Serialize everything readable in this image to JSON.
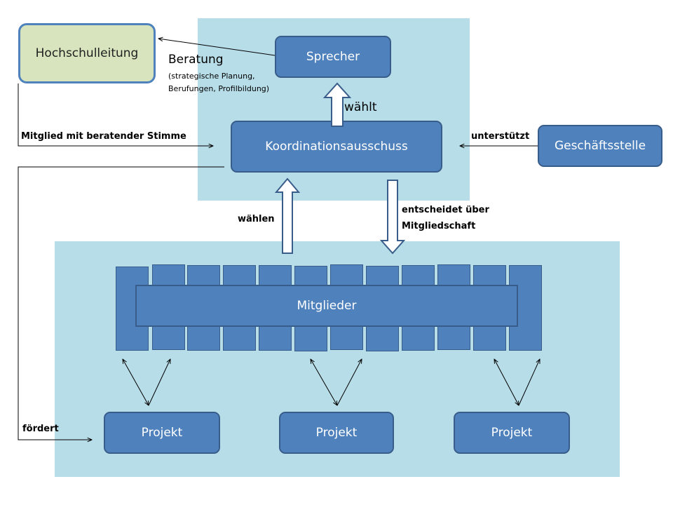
{
  "nodes": {
    "hochschulleitung": "Hochschulleitung",
    "sprecher": "Sprecher",
    "koordinationsausschuss": "Koordinationsausschuss",
    "geschaeftsstelle": "Geschäftsstelle",
    "mitglieder": "Mitglieder",
    "projekt_1": "Projekt",
    "projekt_2": "Projekt",
    "projekt_3": "Projekt"
  },
  "labels": {
    "beratung": "Beratung",
    "beratung_detail_1": "(strategische Planung,",
    "beratung_detail_2": "Berufungen, Profilbildung)",
    "waehlt": "wählt",
    "mitglied_stimme": "Mitglied mit beratender Stimme",
    "unterstuetzt": "unterstützt",
    "waehlen": "wählen",
    "entscheidet_1": "entscheidet über",
    "entscheidet_2": "Mitgliedschaft",
    "foerdert": "fördert"
  },
  "colors": {
    "panel": "#b7dde8",
    "box_fill": "#4f81bd",
    "box_border": "#385d8a",
    "leadership_fill": "#d7e4bd"
  }
}
